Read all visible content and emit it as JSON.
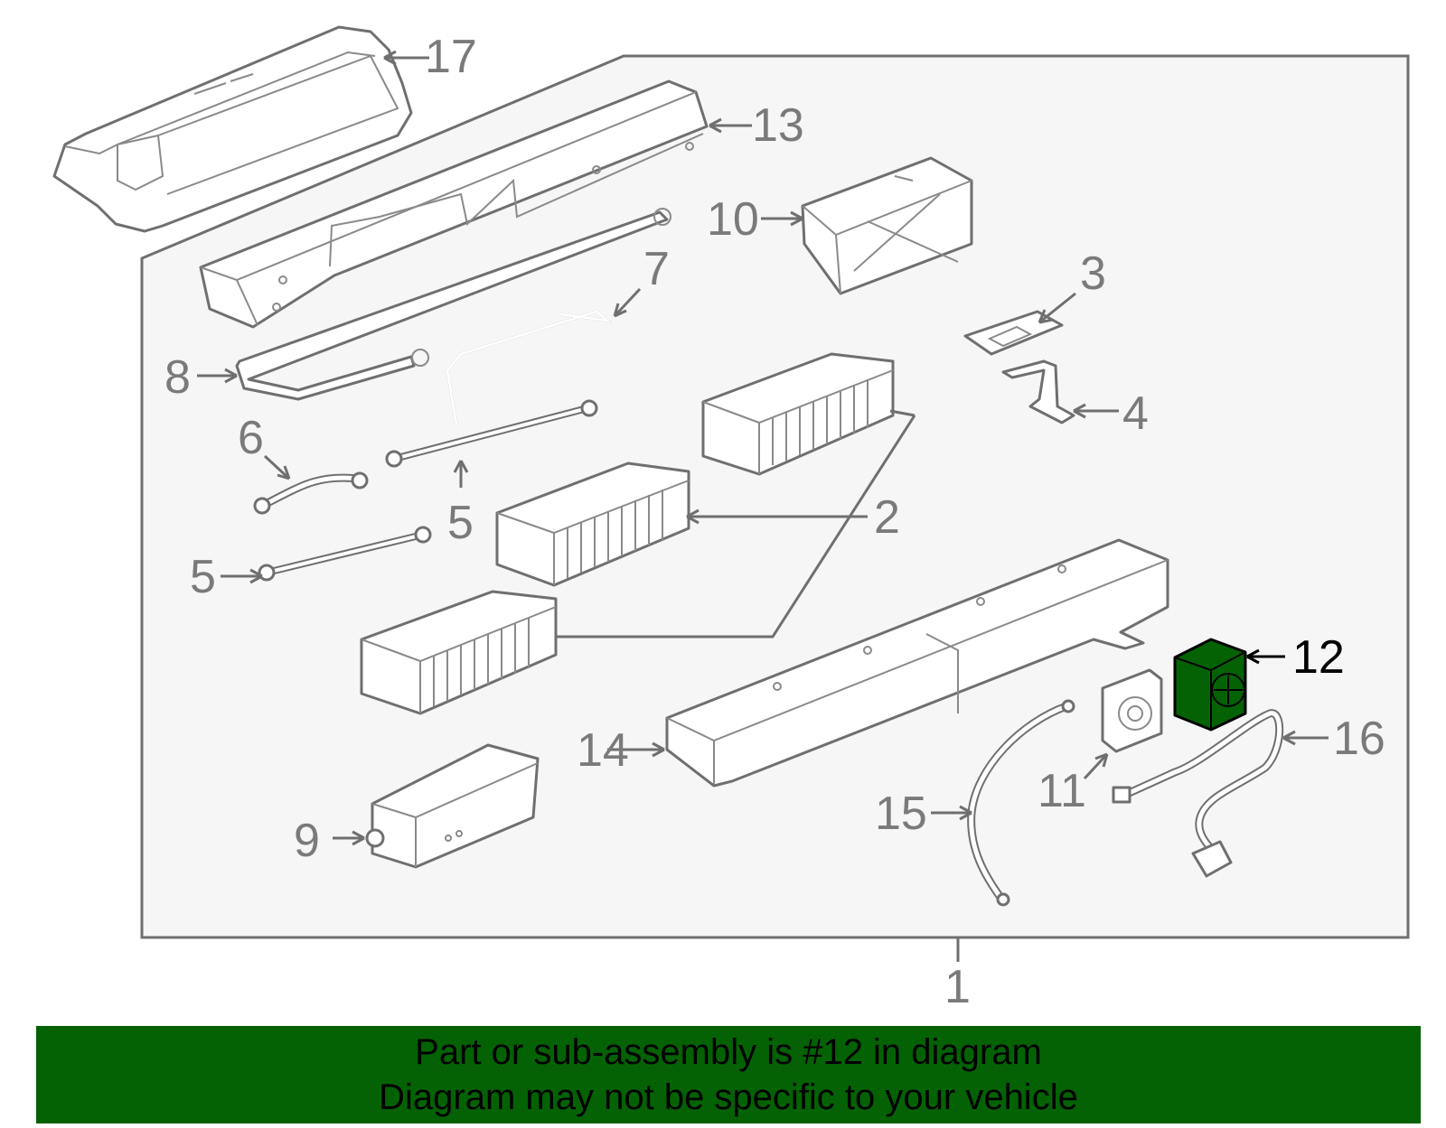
{
  "colors": {
    "highlight": "#046204",
    "line": "#6f6f6f",
    "label": "#7a7a7a",
    "frame_fill": "#f6f6f6"
  },
  "callouts": {
    "c1": "1",
    "c2": "2",
    "c3": "3",
    "c4": "4",
    "c5a": "5",
    "c5b": "5",
    "c6": "6",
    "c7": "7",
    "c8": "8",
    "c9": "9",
    "c10": "10",
    "c11": "11",
    "c12": "12",
    "c13": "13",
    "c14": "14",
    "c15": "15",
    "c16": "16",
    "c17": "17"
  },
  "highlighted_part": "12",
  "banner": {
    "line1": "Part or sub-assembly is #12 in diagram",
    "line2": "Diagram may not be specific to your vehicle"
  }
}
